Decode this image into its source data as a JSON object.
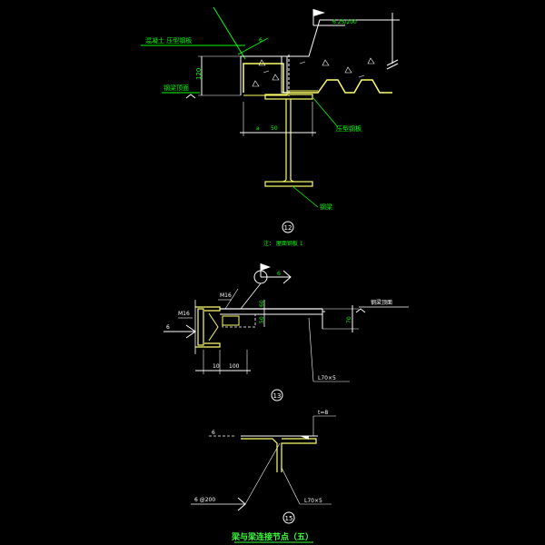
{
  "colors": {
    "background": "#000000",
    "line": "#ffffff",
    "annotation": "#00ff00",
    "steel": "#ffff66",
    "label_yellow": "#ffff00",
    "accent": "#3cff3c"
  },
  "detail12": {
    "title": "12",
    "caption": "注：  屋面钢板 1",
    "top_left_label": "混凝土  压型钢板",
    "left_label": "钢梁顶面",
    "right_label": "压型钢板",
    "bottom_label": "钢梁",
    "weld_spec": "6   25/200",
    "dim_height": "120",
    "dim_a": "a",
    "dim_50": "50",
    "dim_small": "6"
  },
  "detail13": {
    "title": "13",
    "weld_label": "6",
    "left_weld": "6",
    "label_top": "M16",
    "label_left": "M16",
    "right_label": "钢梁顶面",
    "dim_60": "60",
    "dim_50": "50",
    "dim_70": "70",
    "dim_10": "10",
    "dim_100": "100",
    "angle_spec": "L70×5"
  },
  "detail15": {
    "title": "15",
    "top_plate": "t=8",
    "left_mark": "6",
    "weld_spec": "6  @200",
    "angle_spec": "L70×5"
  },
  "sheet_title": "梁与梁连接节点（五）"
}
